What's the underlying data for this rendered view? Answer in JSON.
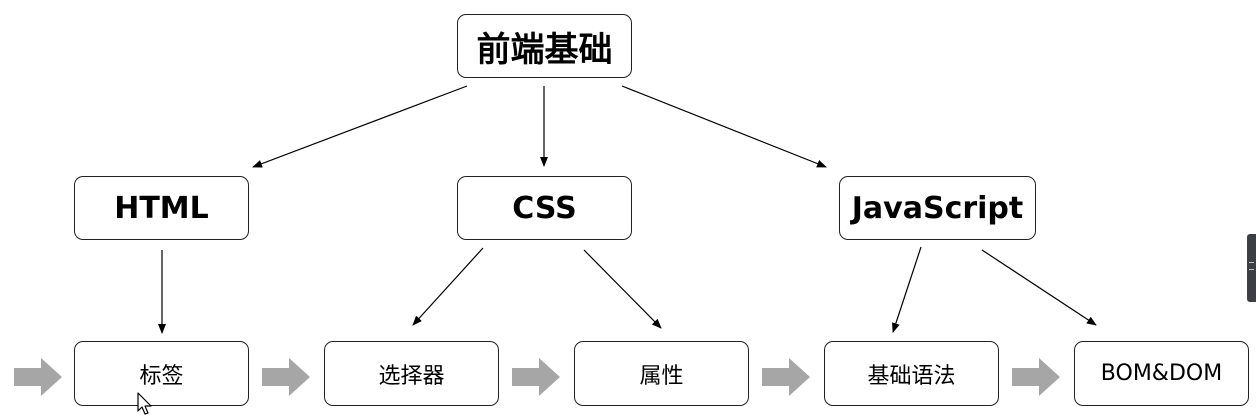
{
  "diagram": {
    "root": {
      "label": "前端基础"
    },
    "categories": [
      {
        "label": "HTML"
      },
      {
        "label": "CSS"
      },
      {
        "label": "JavaScript"
      }
    ],
    "topics": [
      {
        "label": "标签"
      },
      {
        "label": "选择器"
      },
      {
        "label": "属性"
      },
      {
        "label": "基础语法"
      },
      {
        "label": "BOM&DOM"
      }
    ]
  },
  "colors": {
    "node_border": "#222222",
    "line": "#000000",
    "flow_arrow": "#a6a6a6",
    "side_tab": "#3b3f44"
  },
  "icons": {
    "cursor": "mouse-pointer-icon",
    "flow": "block-arrow-right-icon",
    "side_tab": "sidebar-handle-icon"
  }
}
